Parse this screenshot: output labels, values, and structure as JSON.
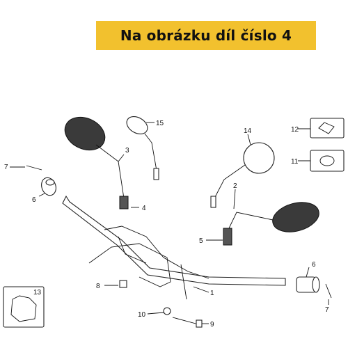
{
  "banner": {
    "text": "Na obrázku díl číslo 4"
  },
  "callouts": [
    "1",
    "2",
    "3",
    "4",
    "5",
    "6",
    "6",
    "7",
    "7",
    "8",
    "9",
    "10",
    "11",
    "12",
    "13",
    "14",
    "15"
  ],
  "colors": {
    "banner_bg": "#f2c12e",
    "mirror_glass": "#3a3a3a"
  }
}
